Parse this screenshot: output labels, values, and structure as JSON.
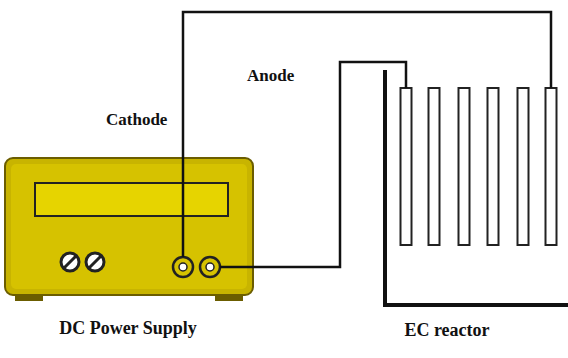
{
  "diagram": {
    "nodes": [
      {
        "text": [
          "DC Power Supply"
        ]
      },
      {
        "text": [
          "EC reactor"
        ]
      }
    ],
    "edges": [
      {
        "from": 0,
        "to": 1,
        "arrow": "none",
        "label": "Cathode"
      },
      {
        "from": 0,
        "to": 1,
        "arrow": "none",
        "label": "Anode"
      }
    ]
  }
}
